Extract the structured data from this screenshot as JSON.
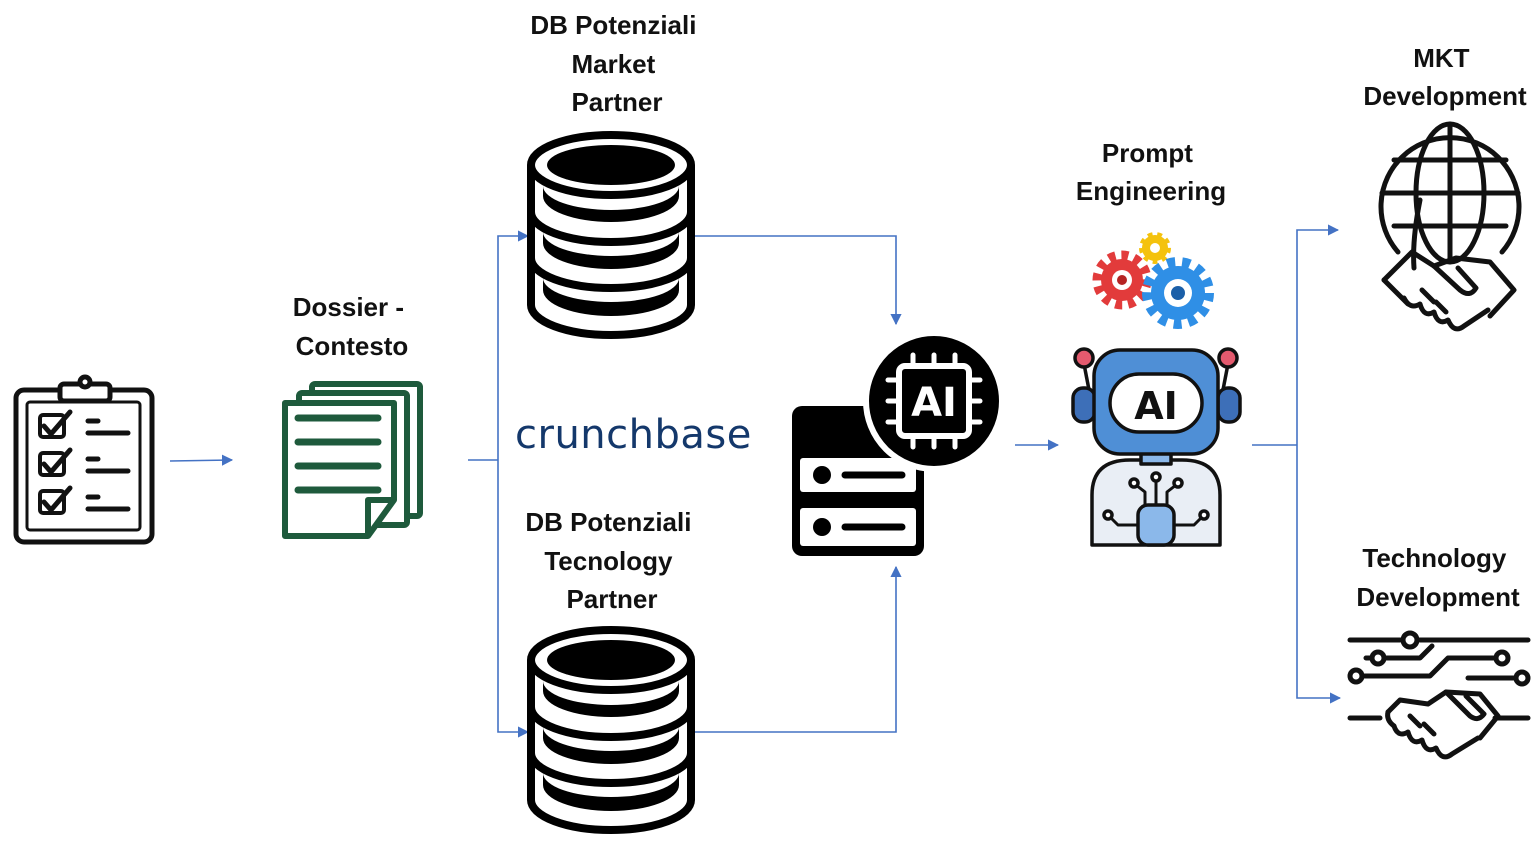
{
  "labels": {
    "dossier": [
      "Dossier -",
      "Contesto"
    ],
    "db_market": [
      "DB Potenziali",
      "Market",
      "Partner"
    ],
    "db_tech": [
      "DB Potenziali",
      "Tecnology",
      "Partner"
    ],
    "prompt": [
      "Prompt",
      "Engineering"
    ],
    "mkt": [
      "MKT",
      "Development"
    ],
    "tech_dev": [
      "Technology",
      "Development"
    ]
  },
  "brand": {
    "name": "crunchbase"
  },
  "ai_badge": "AI",
  "icons": {
    "checklist": "clipboard-checklist-icon",
    "documents": "document-stack-icon",
    "database": "database-icon",
    "ai_server": "ai-chip-server-icon",
    "gears": "gears-icon",
    "robot": "ai-robot-icon",
    "globe": "globe-handshake-icon",
    "tech": "circuit-handshake-icon"
  },
  "colors": {
    "connector": "#4472c4",
    "document": "#1e5a3c",
    "crunchbase": "#14386b",
    "robot_blue": "#4f8fd6",
    "gear_red": "#e23b3b",
    "gear_yellow": "#f4c20d",
    "gear_blue": "#2f8fe6"
  }
}
